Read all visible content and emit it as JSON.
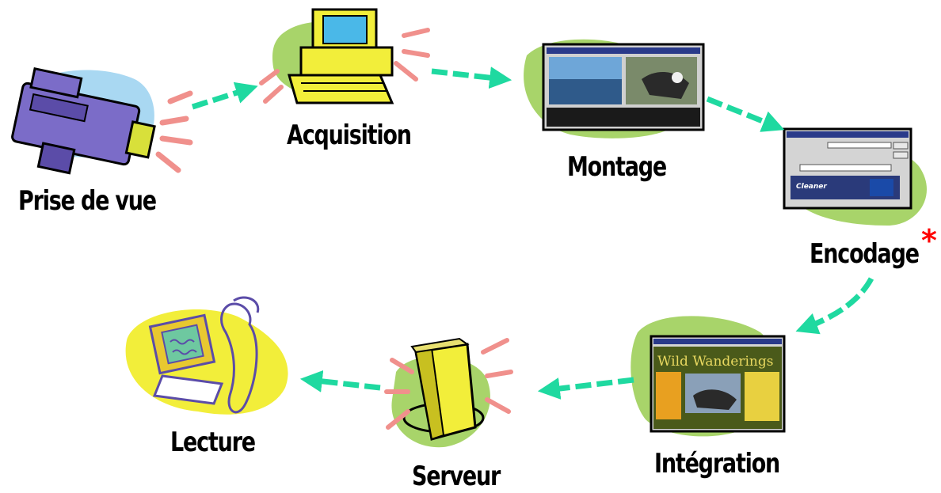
{
  "steps": {
    "prise_de_vue": "Prise de vue",
    "acquisition": "Acquisition",
    "montage": "Montage",
    "encodage": "Encodage",
    "encodage_mark": "*",
    "integration": "Intégration",
    "serveur": "Serveur",
    "lecture": "Lecture"
  },
  "screens": {
    "encoder_brand": "Cleaner",
    "web_title": "Wild Wanderings"
  },
  "colors": {
    "arrow": "#1fd9a0",
    "blob_green": "#a8d46a",
    "blob_yellow": "#f2ee3a",
    "blob_blue": "#a9d8f2",
    "spark": "#f0908c",
    "purple": "#7b6cc8"
  }
}
